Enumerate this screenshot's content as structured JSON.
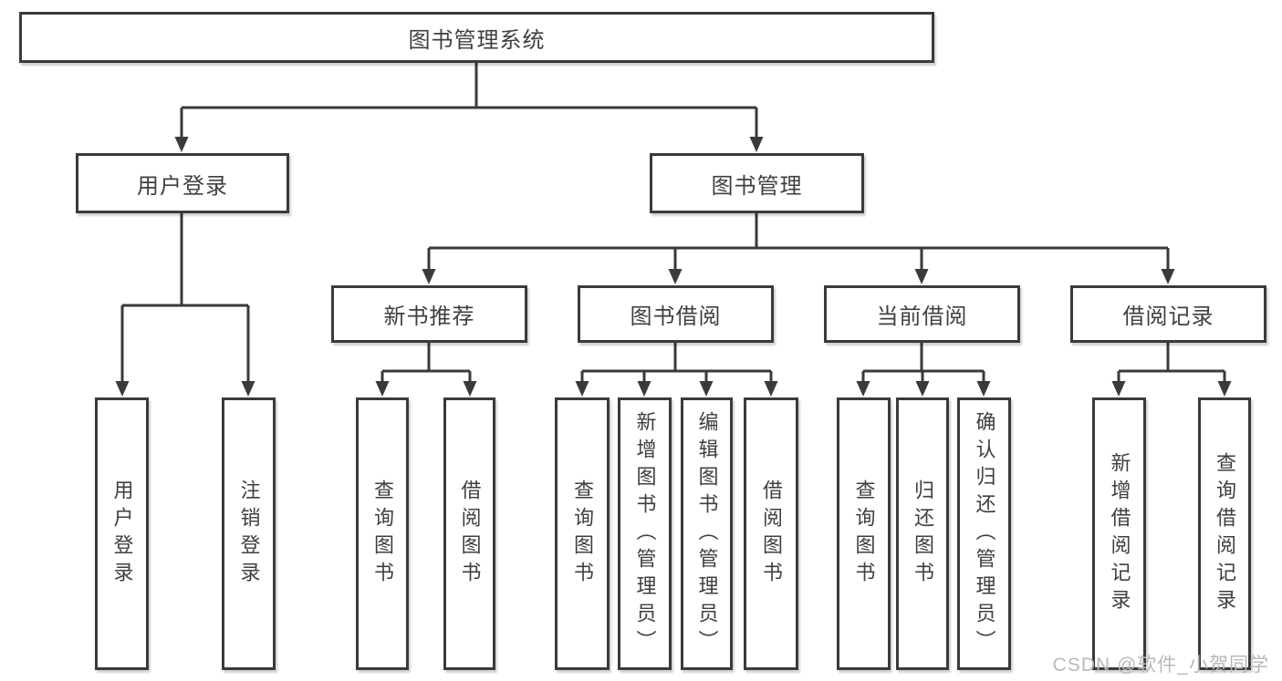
{
  "colors": {
    "line": "#3a3a3a",
    "text": "#3f3f3f",
    "box_background": "#ffffff",
    "watermark": "#b9b9b9",
    "background": "#ffffff"
  },
  "watermark": {
    "text": "CSDN @软件_小贺同学"
  },
  "tree": {
    "label": "图书管理系统",
    "children": [
      {
        "label": "用户登录",
        "children": [
          {
            "label": "用户登录"
          },
          {
            "label": "注销登录"
          }
        ]
      },
      {
        "label": "图书管理",
        "children": [
          {
            "label": "新书推荐",
            "children": [
              {
                "label": "查询图书"
              },
              {
                "label": "借阅图书"
              }
            ]
          },
          {
            "label": "图书借阅",
            "children": [
              {
                "label": "查询图书"
              },
              {
                "label": "新增图书（管理员）"
              },
              {
                "label": "编辑图书（管理员）"
              },
              {
                "label": "借阅图书"
              }
            ]
          },
          {
            "label": "当前借阅",
            "children": [
              {
                "label": "查询图书"
              },
              {
                "label": "归还图书"
              },
              {
                "label": "确认归还（管理员）"
              }
            ]
          },
          {
            "label": "借阅记录",
            "children": [
              {
                "label": "新增借阅记录"
              },
              {
                "label": "查询借阅记录"
              }
            ]
          }
        ]
      }
    ]
  }
}
